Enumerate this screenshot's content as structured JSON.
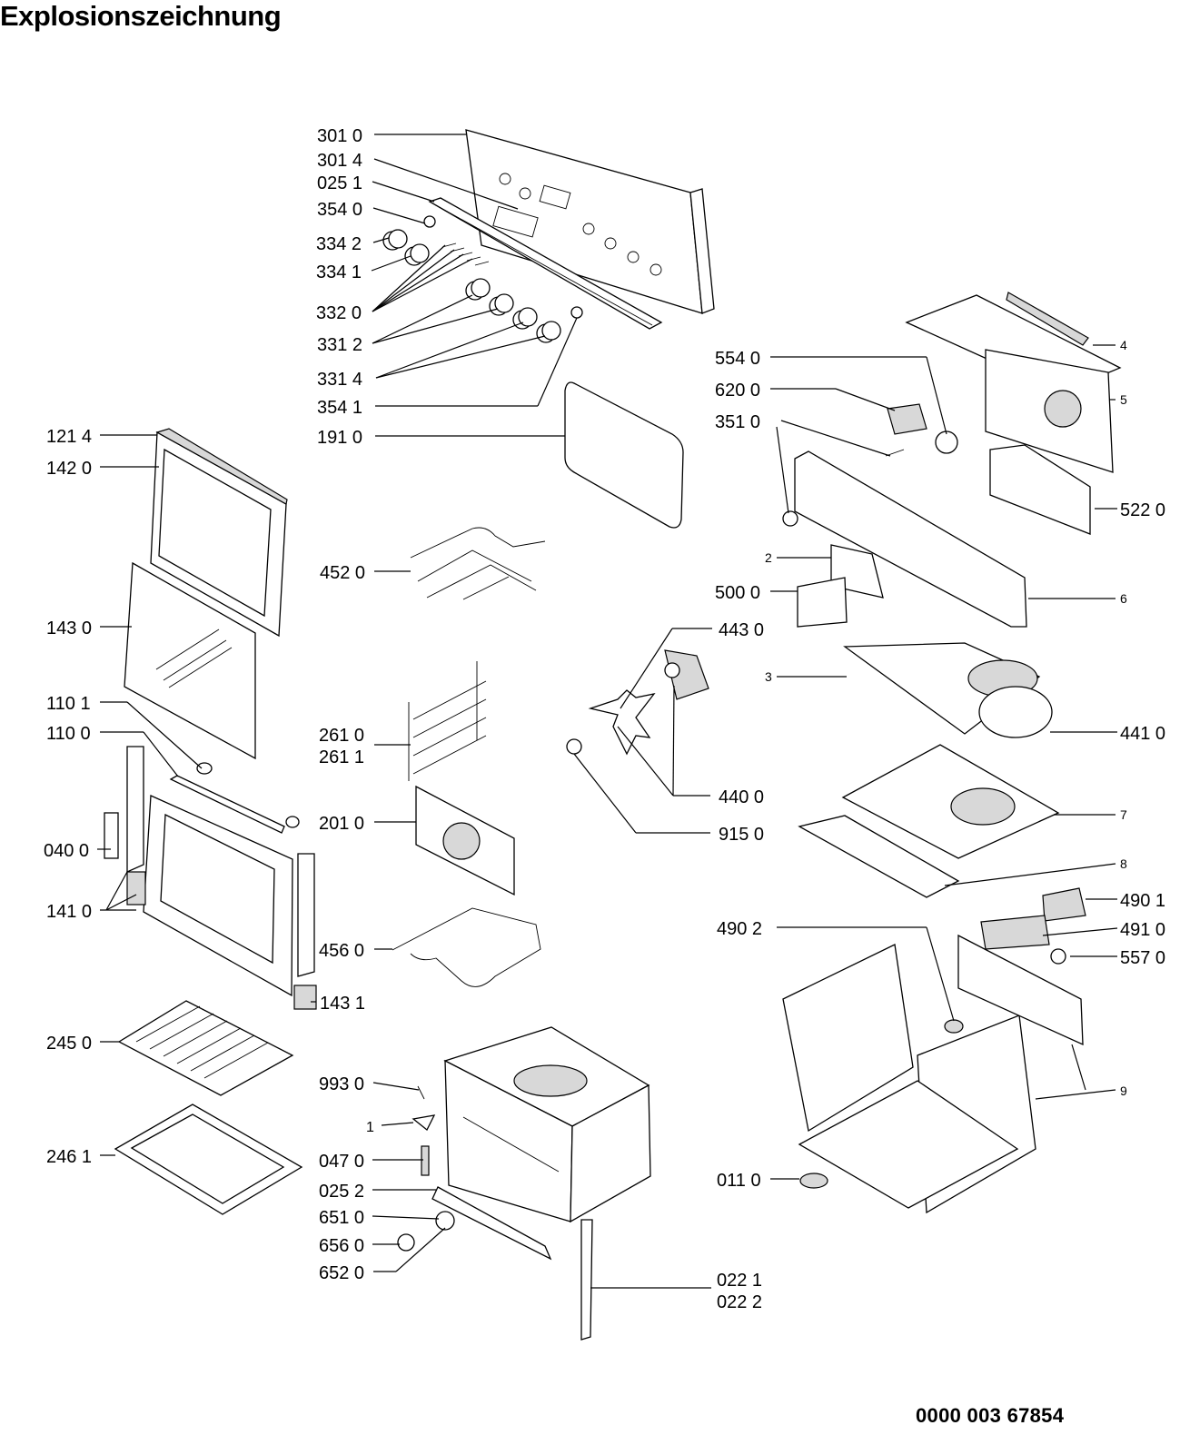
{
  "title": "Explosionszeichnung",
  "document_number": "0000 003 67854",
  "labels": {
    "l3010": "301 0",
    "l3014": "301 4",
    "l0251": "025 1",
    "l3540": "354 0",
    "l3342": "334 2",
    "l3341": "334 1",
    "l3320": "332 0",
    "l3312": "331 2",
    "l3314": "331 4",
    "l3541": "354 1",
    "l1910": "191 0",
    "l1214": "121 4",
    "l1420": "142 0",
    "l1430": "143 0",
    "l1101": "110 1",
    "l1100": "110 0",
    "l0400": "040 0",
    "l1410": "141 0",
    "l1431": "143 1",
    "l2450": "245 0",
    "l2461": "246 1",
    "l4520": "452 0",
    "l2610": "261 0",
    "l2611": "261 1",
    "l2010": "201 0",
    "l4560": "456 0",
    "l9930": "993 0",
    "l1": "1",
    "l0470": "047 0",
    "l0252": "025 2",
    "l6510": "651 0",
    "l6560": "656 0",
    "l6520": "652 0",
    "l0221": "022 1",
    "l0222": "022 2",
    "l5540": "554 0",
    "l6200": "620 0",
    "l3510": "351 0",
    "l2": "2",
    "l5000": "500 0",
    "l4430": "443 0",
    "l3": "3",
    "l4410": "441 0",
    "l4400": "440 0",
    "l9150": "915 0",
    "l7": "7",
    "l8": "8",
    "l4901": "490 1",
    "l4902": "490 2",
    "l4910": "491 0",
    "l5570": "557 0",
    "l9": "9",
    "l0110": "011 0",
    "l4": "4",
    "l5": "5",
    "l5220": "522 0",
    "l6": "6"
  }
}
